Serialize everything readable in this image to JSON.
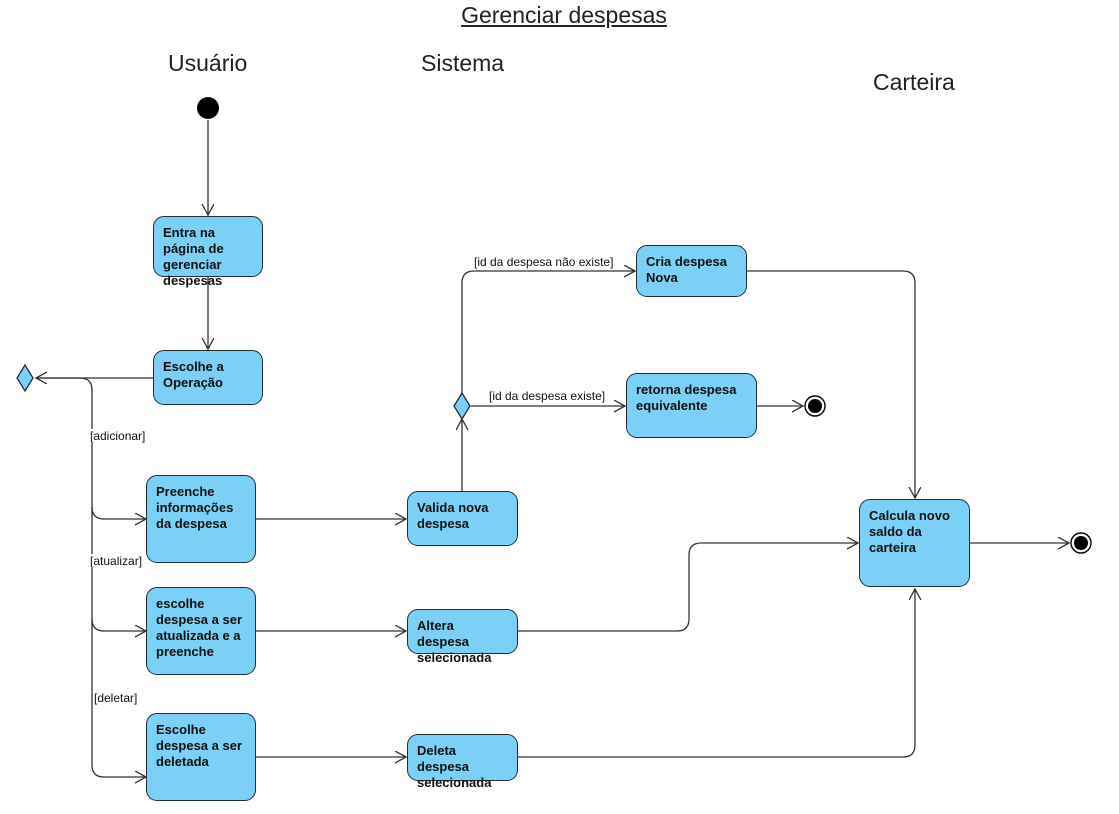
{
  "title": "Gerenciar despesas",
  "lanes": {
    "usuario": "Usuário",
    "sistema": "Sistema",
    "carteira": "Carteira"
  },
  "nodes": {
    "entra": "Entra na página de gerenciar despesas",
    "escolhe_operacao": "Escolhe a Operação",
    "preenche": "Preenche informações da despesa",
    "escolhe_atualizar": "escolhe despesa a ser atualizada e a preenche",
    "escolhe_deletar": "Escolhe despesa a ser deletada",
    "valida": "Valida nova despesa",
    "altera": "Altera despesa selecionada",
    "deleta": "Deleta despesa selecionada",
    "cria": "Cria despesa Nova",
    "retorna": "retorna despesa equivalente",
    "calcula": "Calcula novo saldo da carteira"
  },
  "guards": {
    "adicionar": "[adicionar]",
    "atualizar": "[atualizar]",
    "deletar": "[deletar]",
    "nao_existe": "[id da despesa não existe]",
    "existe": "[id da despesa existe]"
  },
  "colors": {
    "node_fill": "#7ccff5",
    "stroke": "#1f2f3a"
  }
}
